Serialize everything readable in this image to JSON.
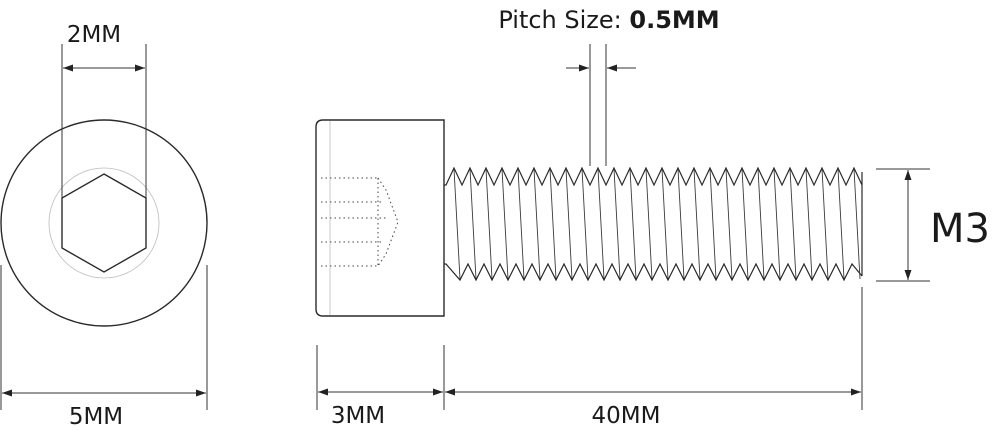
{
  "labels": {
    "hex_socket": "2MM",
    "head_diameter": "5MM",
    "head_length": "3MM",
    "thread_length": "40MM",
    "pitch_prefix": "Pitch Size: ",
    "pitch_value": "0.5MM",
    "thread_size": "M3"
  }
}
